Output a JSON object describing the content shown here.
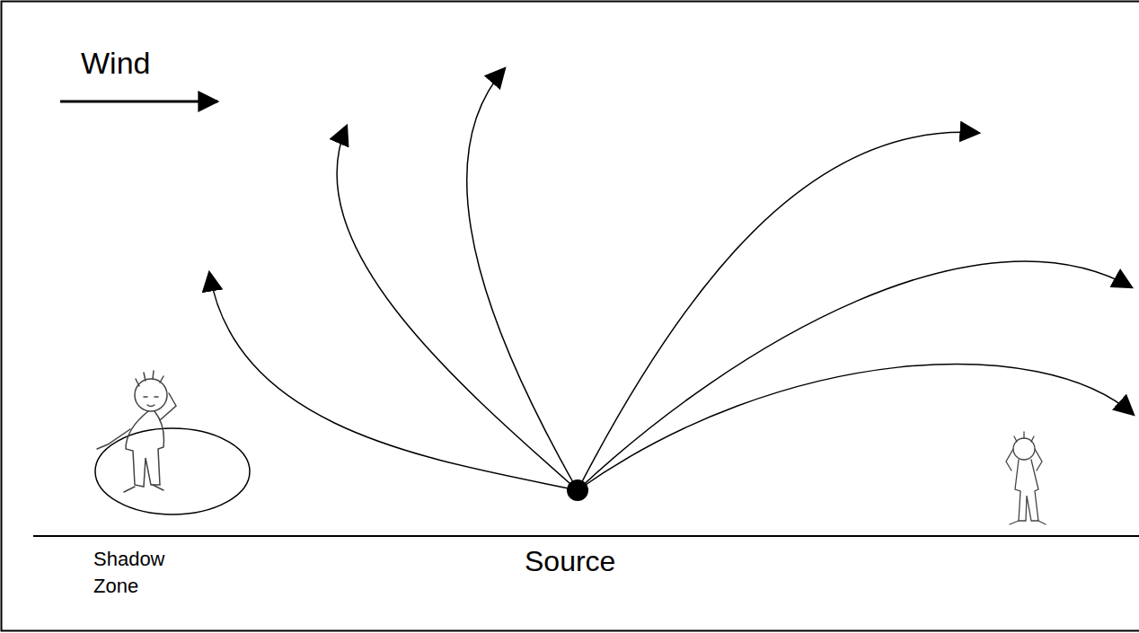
{
  "diagram": {
    "labels": [
      "Wind",
      "Shadow Zone",
      "Source"
    ]
  }
}
